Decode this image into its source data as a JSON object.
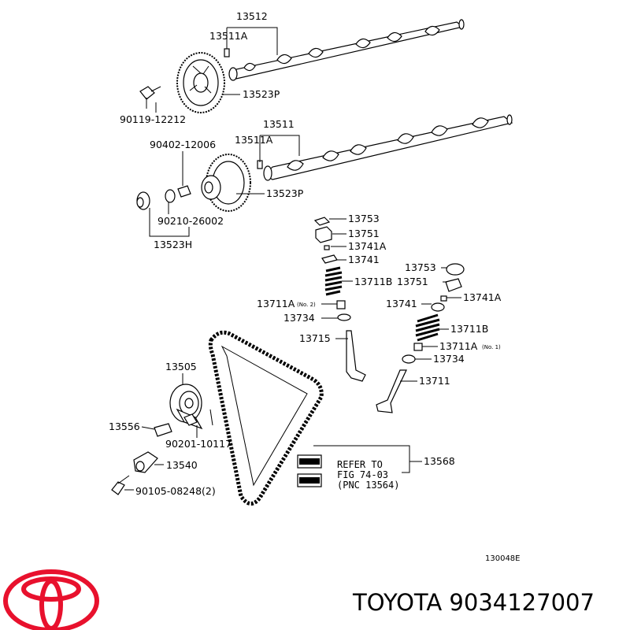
{
  "labels": {
    "cam_upper": "13512",
    "pin_upper": "13511A",
    "sprocket_upper": "13523P",
    "bolt_upper": "90119-12212",
    "cam_lower": "13511",
    "pin_lower": "13511A",
    "washer": "90402-12006",
    "sprocket_lower": "13523P",
    "ring": "90210-26002",
    "sensor_plate": "13523H",
    "shim_l": "13753",
    "lifter_l": "13751",
    "keeper_l": "13741A",
    "retainer_l": "13741",
    "spring_l": "13711B",
    "seal_l": "13711A",
    "seal_l_note": "(No. 2)",
    "seat_l": "13734",
    "valve_l": "13715",
    "shim_r": "13753",
    "lifter_r": "13751",
    "keeper_r": "13741A",
    "retainer_r": "13741",
    "spring_r": "13711B",
    "seal_r": "13711A",
    "seal_r_note": "(No. 1)",
    "seat_r": "13734",
    "valve_r": "13711",
    "idler": "13505",
    "idler_bolt": "13556",
    "idler_nut": "90201-10117",
    "tensioner": "13540",
    "tens_bolt": "90105-08248(2)",
    "belt": "13568",
    "refer_1": "REFER TO",
    "refer_2": "FIG 74-03",
    "refer_3": "(PNC 13564)"
  },
  "figure_code": "130048E",
  "brand_caption": "TOYOTA 9034127007",
  "colors": {
    "logo_red": "#e8112d",
    "ink": "#000000"
  }
}
